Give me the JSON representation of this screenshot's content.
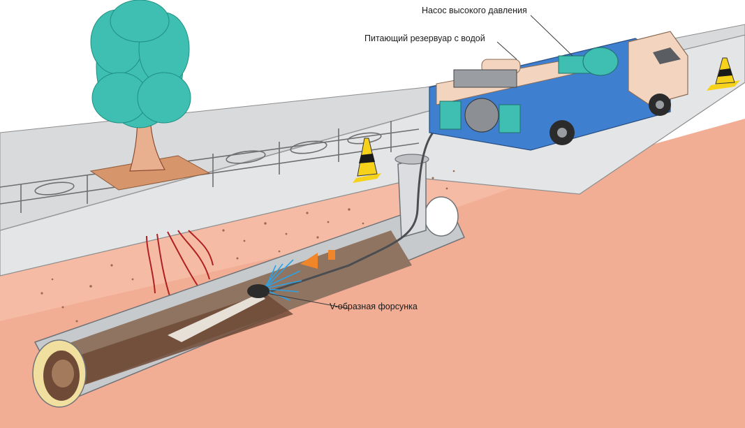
{
  "labels": {
    "pump": "Насос высокого давления",
    "tank": "Питающий резервуар с водой",
    "nozzle": "V-образная форсунка"
  },
  "colors": {
    "sky": "#ffffff",
    "soil": "#f2ad95",
    "road": "#e4e5e7",
    "sidewalk": "#d9dadc",
    "pipe": "#c7cacd",
    "pipe_inner": "#8f7462",
    "sediment": "#6f4a36",
    "tree_crown": "#3fbfb1",
    "truck_body": "#3f7fd0",
    "truck_box": "#f3d5bf",
    "spray": "#2aa3e6",
    "cone_yellow": "#f7d21a"
  }
}
